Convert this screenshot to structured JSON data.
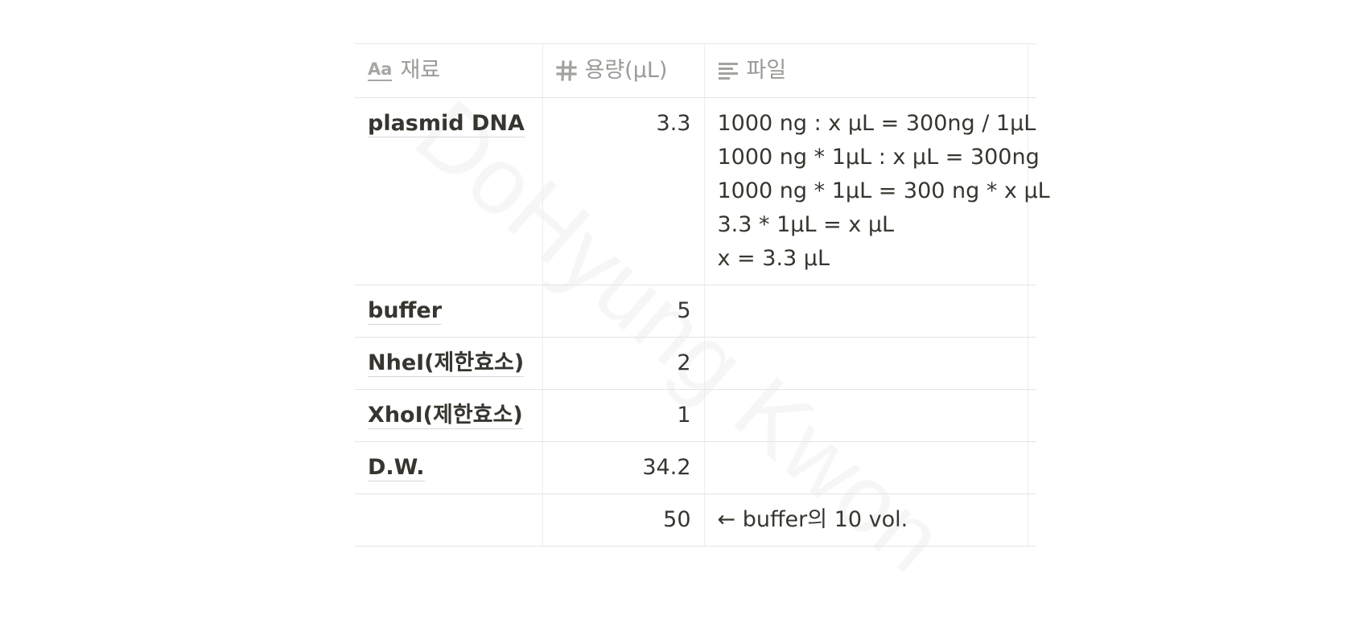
{
  "table": {
    "headers": [
      {
        "label": "재료",
        "icon": "text-property-icon"
      },
      {
        "label": "용량(μL)",
        "icon": "number-property-icon"
      },
      {
        "label": "파일",
        "icon": "lines-property-icon"
      }
    ],
    "title_icon_text": "Aa",
    "rows": [
      {
        "name": "plasmid DNA",
        "amount": "3.3",
        "notes": [
          "1000 ng : x μL = 300ng / 1μL",
          "1000 ng * 1μL : x μL = 300ng",
          "1000 ng * 1μL = 300 ng * x μL",
          "3.3 * 1μL = x μL",
          "x = 3.3 μL"
        ]
      },
      {
        "name": "buffer",
        "amount": "5",
        "notes": []
      },
      {
        "name": "NheI(제한효소)",
        "amount": "2",
        "notes": []
      },
      {
        "name": "XhoI(제한효소)",
        "amount": "1",
        "notes": []
      },
      {
        "name": "D.W.",
        "amount": "34.2",
        "notes": []
      },
      {
        "name": "",
        "amount": "50",
        "notes": [
          "← buffer의 10 vol."
        ]
      }
    ]
  },
  "watermark": "DoHyung Kwon",
  "colors": {
    "text": "#37352f",
    "header_text": "#9b9a97",
    "border": "#e4e4e2"
  }
}
